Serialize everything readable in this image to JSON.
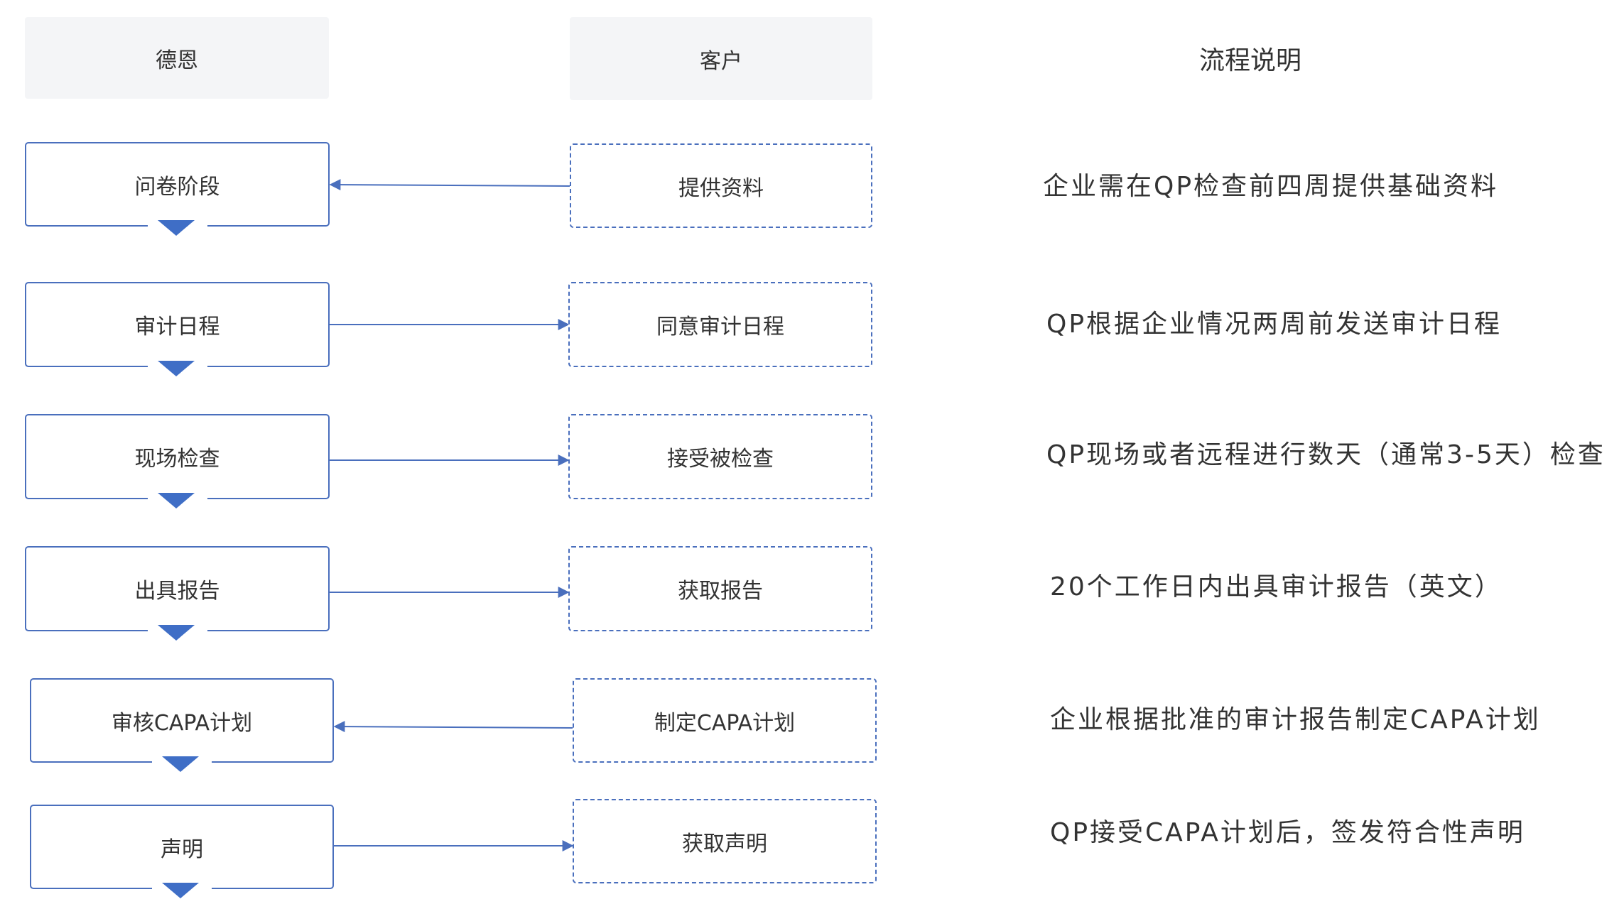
{
  "headers": {
    "deen": "德恩",
    "customer": "客户",
    "process": "流程说明"
  },
  "steps": [
    {
      "deen": "问卷阶段",
      "customer": "提供资料",
      "description": "企业需在QP检查前四周提供基础资料",
      "direction": "customer-to-deen"
    },
    {
      "deen": "审计日程",
      "customer": "同意审计日程",
      "description": "QP根据企业情况两周前发送审计日程",
      "direction": "deen-to-customer"
    },
    {
      "deen": "现场检查",
      "customer": "接受被检查",
      "description": "QP现场或者远程进行数天（通常3-5天）检查",
      "direction": "deen-to-customer"
    },
    {
      "deen": "出具报告",
      "customer": "获取报告",
      "description": "20个工作日内出具审计报告（英文）",
      "direction": "deen-to-customer"
    },
    {
      "deen": "审核CAPA计划",
      "customer": "制定CAPA计划",
      "description": "企业根据批准的审计报告制定CAPA计划",
      "direction": "customer-to-deen"
    },
    {
      "deen": "声明",
      "customer": "获取声明",
      "description": "QP接受CAPA计划后，签发符合性声明",
      "direction": "deen-to-customer"
    }
  ],
  "colors": {
    "accent": "#4a6fbd",
    "header_bg": "#f4f5f7",
    "text": "#333333"
  }
}
